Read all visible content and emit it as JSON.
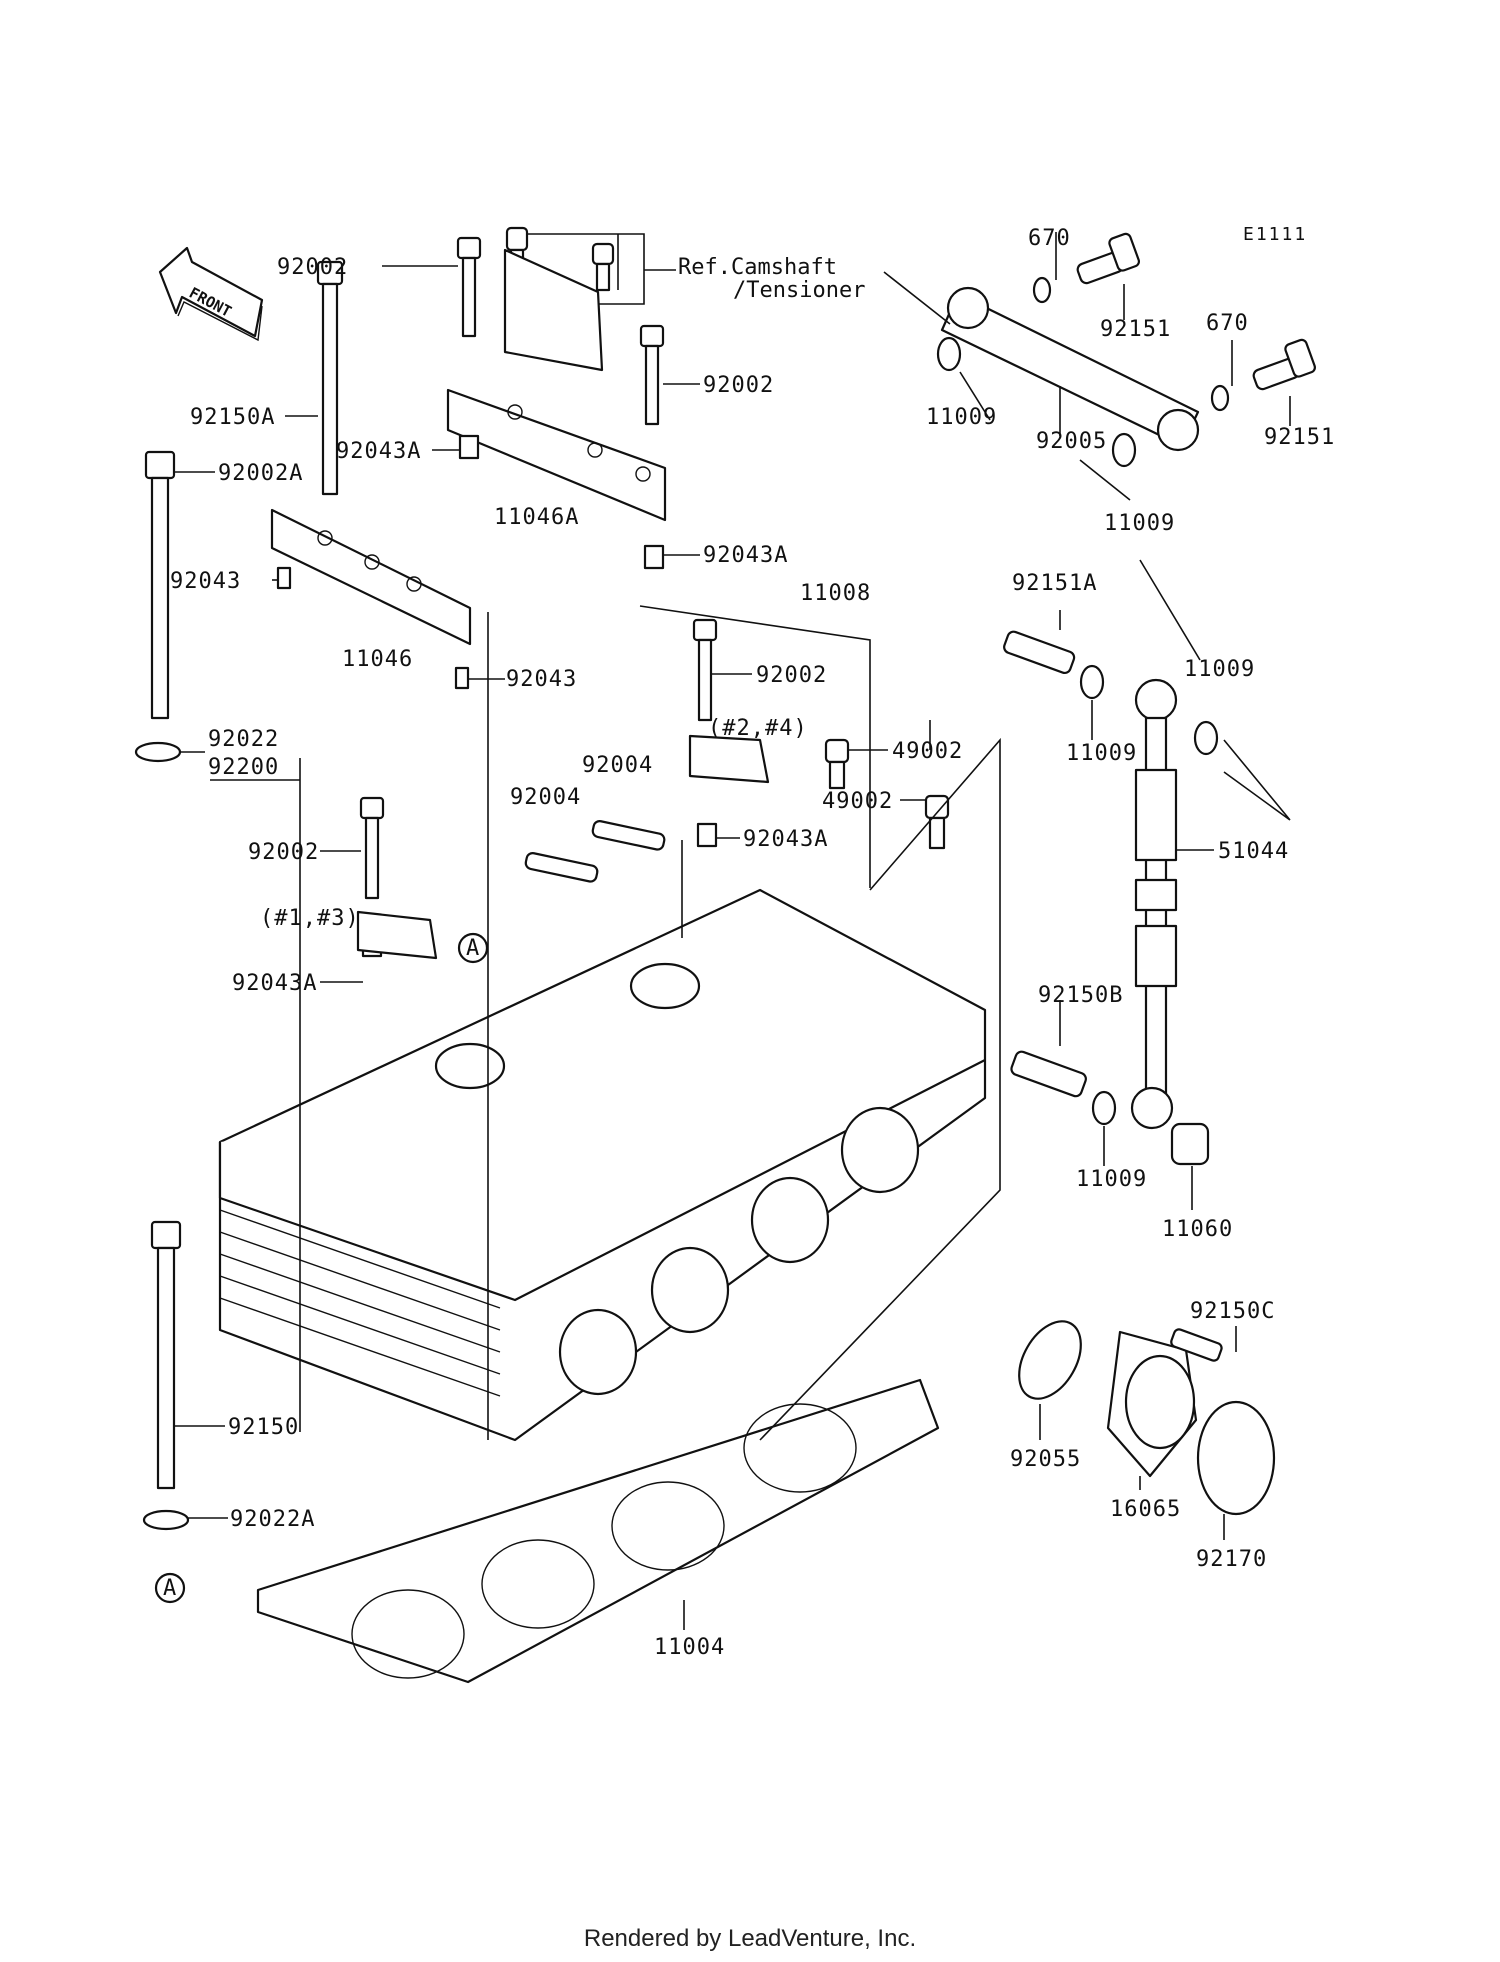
{
  "diagram": {
    "code": "E1111",
    "front_label": "FRONT",
    "ref_line1": "Ref.Camshaft",
    "ref_line2": "/Tensioner",
    "marker_a": "A",
    "footer": "Rendered by LeadVenture, Inc."
  },
  "parts": {
    "p92002_a": "92002",
    "p92002_b": "92002",
    "p92002_c": "92002",
    "p92002_d": "92002",
    "p92150A": "92150A",
    "p92002A": "92002A",
    "p92043A_a": "92043A",
    "p92043A_b": "92043A",
    "p92043A_c": "92043A",
    "p92043A_d": "92043A",
    "p11046A": "11046A",
    "p92043_a": "92043",
    "p92043_b": "92043",
    "p11046": "11046",
    "p92022": "92022",
    "p92200": "92200",
    "p11008": "11008",
    "p92004_a": "92004",
    "p92004_b": "92004",
    "cap_24": "(#2,#4)",
    "cap_13": "(#1,#3)",
    "p49002_a": "49002",
    "p49002_b": "49002",
    "p670_a": "670",
    "p670_b": "670",
    "p92151_a": "92151",
    "p92151_b": "92151",
    "p11009_a": "11009",
    "p11009_b": "11009",
    "p11009_c": "11009",
    "p11009_d": "11009",
    "p11009_e": "11009",
    "p92005": "92005",
    "p92151A": "92151A",
    "p51044": "51044",
    "p92150B": "92150B",
    "p11060": "11060",
    "p92150C": "92150C",
    "p92055": "92055",
    "p16065": "16065",
    "p92170": "92170",
    "p92150": "92150",
    "p92022A": "92022A",
    "p11004": "11004"
  }
}
